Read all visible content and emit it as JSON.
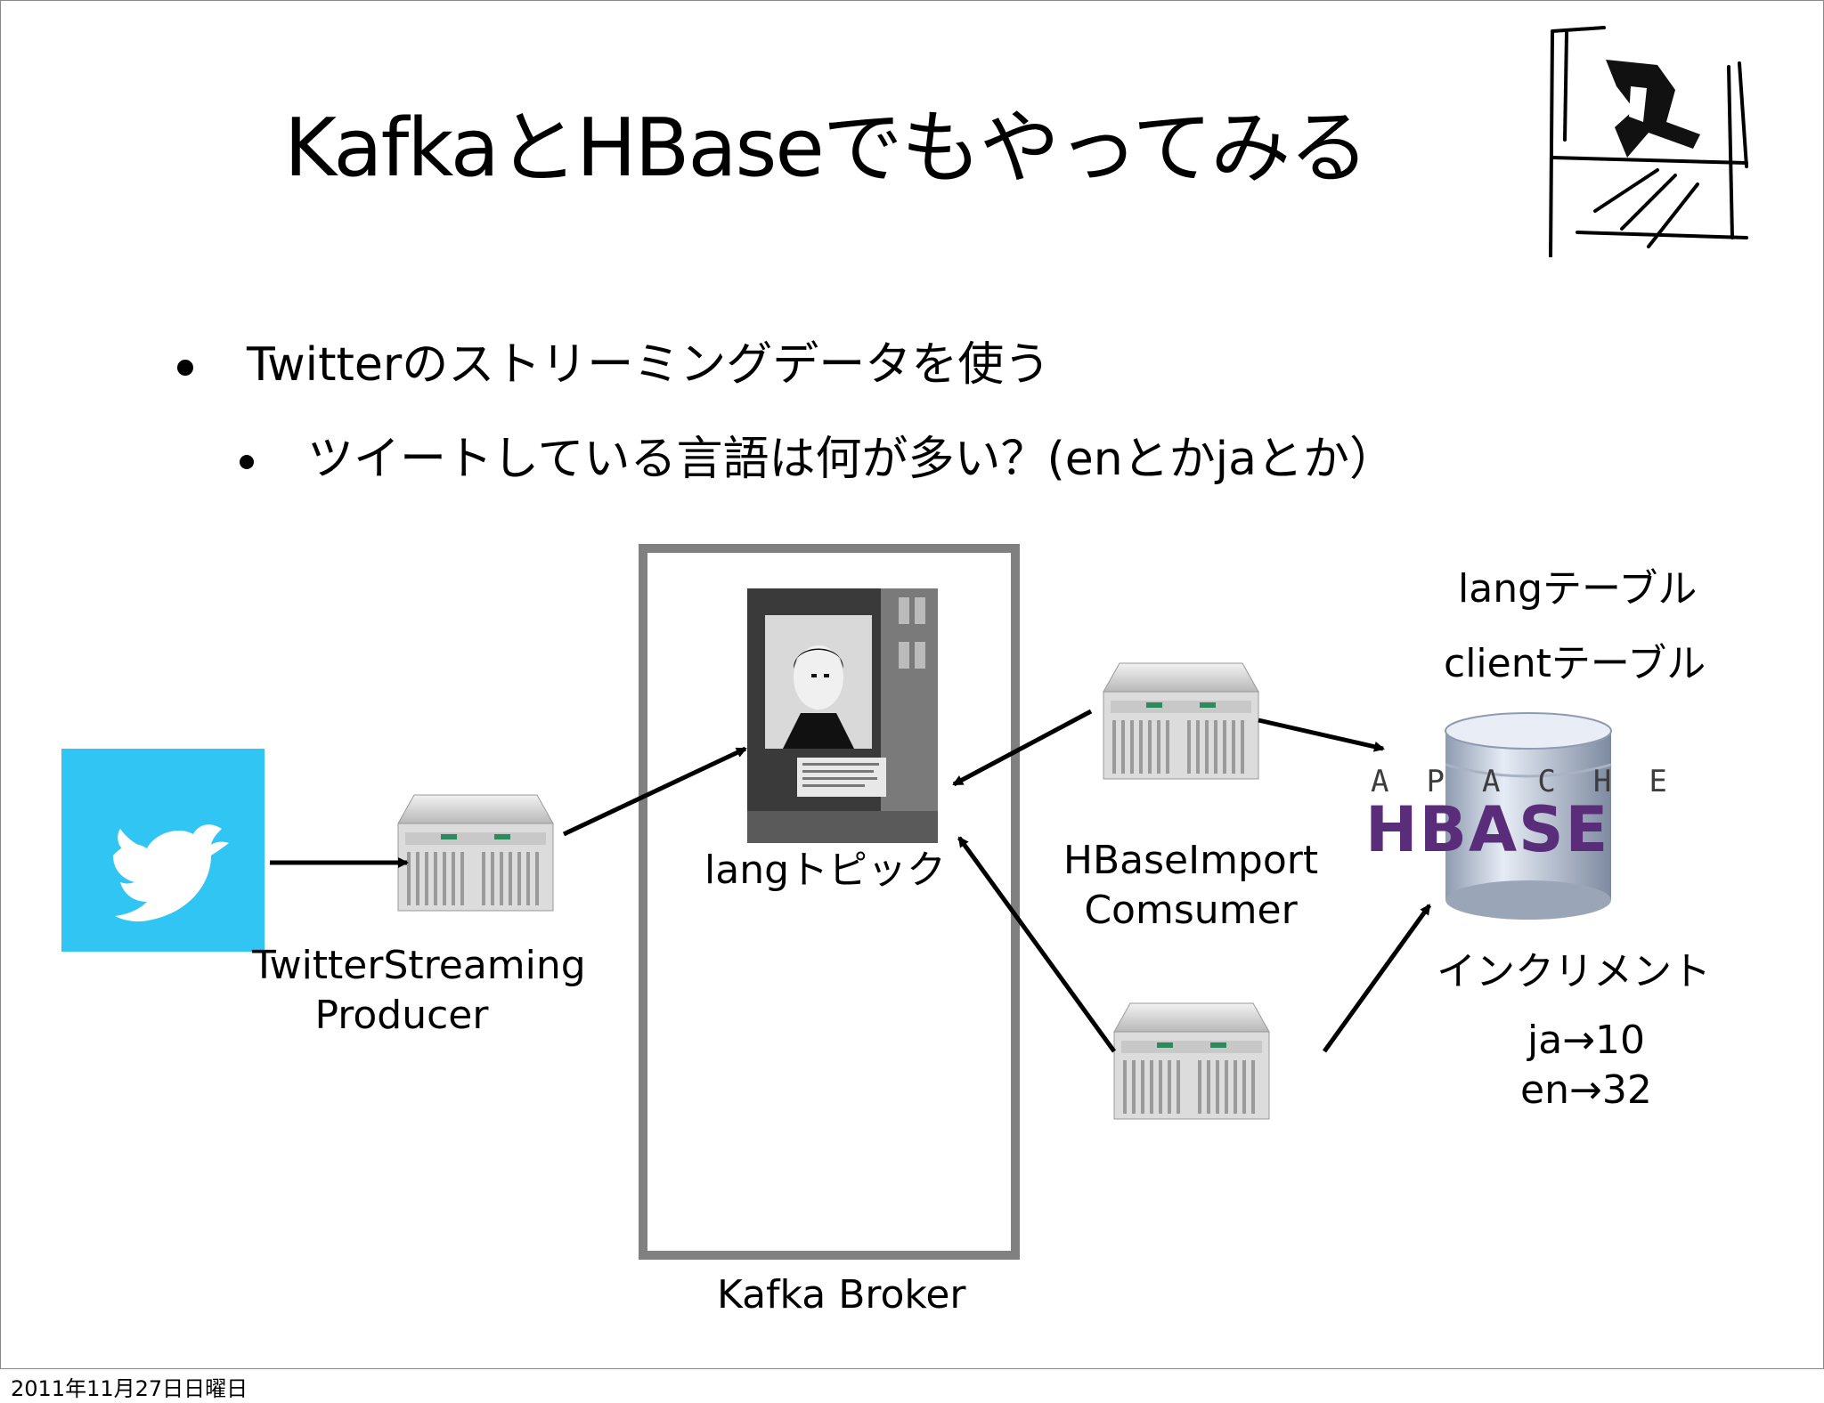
{
  "slide": {
    "title": "KafkaとHBaseでもやってみる",
    "bullets": [
      "Twitterのストリーミングデータを使う",
      "ツイートしている言語は何が多い？(enとかjaとか）"
    ]
  },
  "diagram": {
    "producer_label_line1": "TwitterStreaming",
    "producer_label_line2": "Producer",
    "topic_label": "langトピック",
    "broker_label": "Kafka Broker",
    "consumer_label_line1": "HBaseImport",
    "consumer_label_line2": "Comsumer",
    "table1": "langテーブル",
    "table2": "clientテーブル",
    "increment_label": "インクリメント",
    "count_ja": "ja→10",
    "count_en": "en→32",
    "hbase_logo_top": "APACHE",
    "hbase_logo_main": "HBASE"
  },
  "footer": {
    "date": "2011年11月27日日曜日"
  },
  "colors": {
    "twitter_blue": "#31c5f4",
    "broker_border": "#808080",
    "hbase_purple": "#5a2d7a",
    "arrow": "#000000"
  },
  "icons": [
    "twitter-bird-icon",
    "server-icon",
    "database-icon",
    "kafka-photo",
    "hbase-logo",
    "kafka-doodle"
  ]
}
